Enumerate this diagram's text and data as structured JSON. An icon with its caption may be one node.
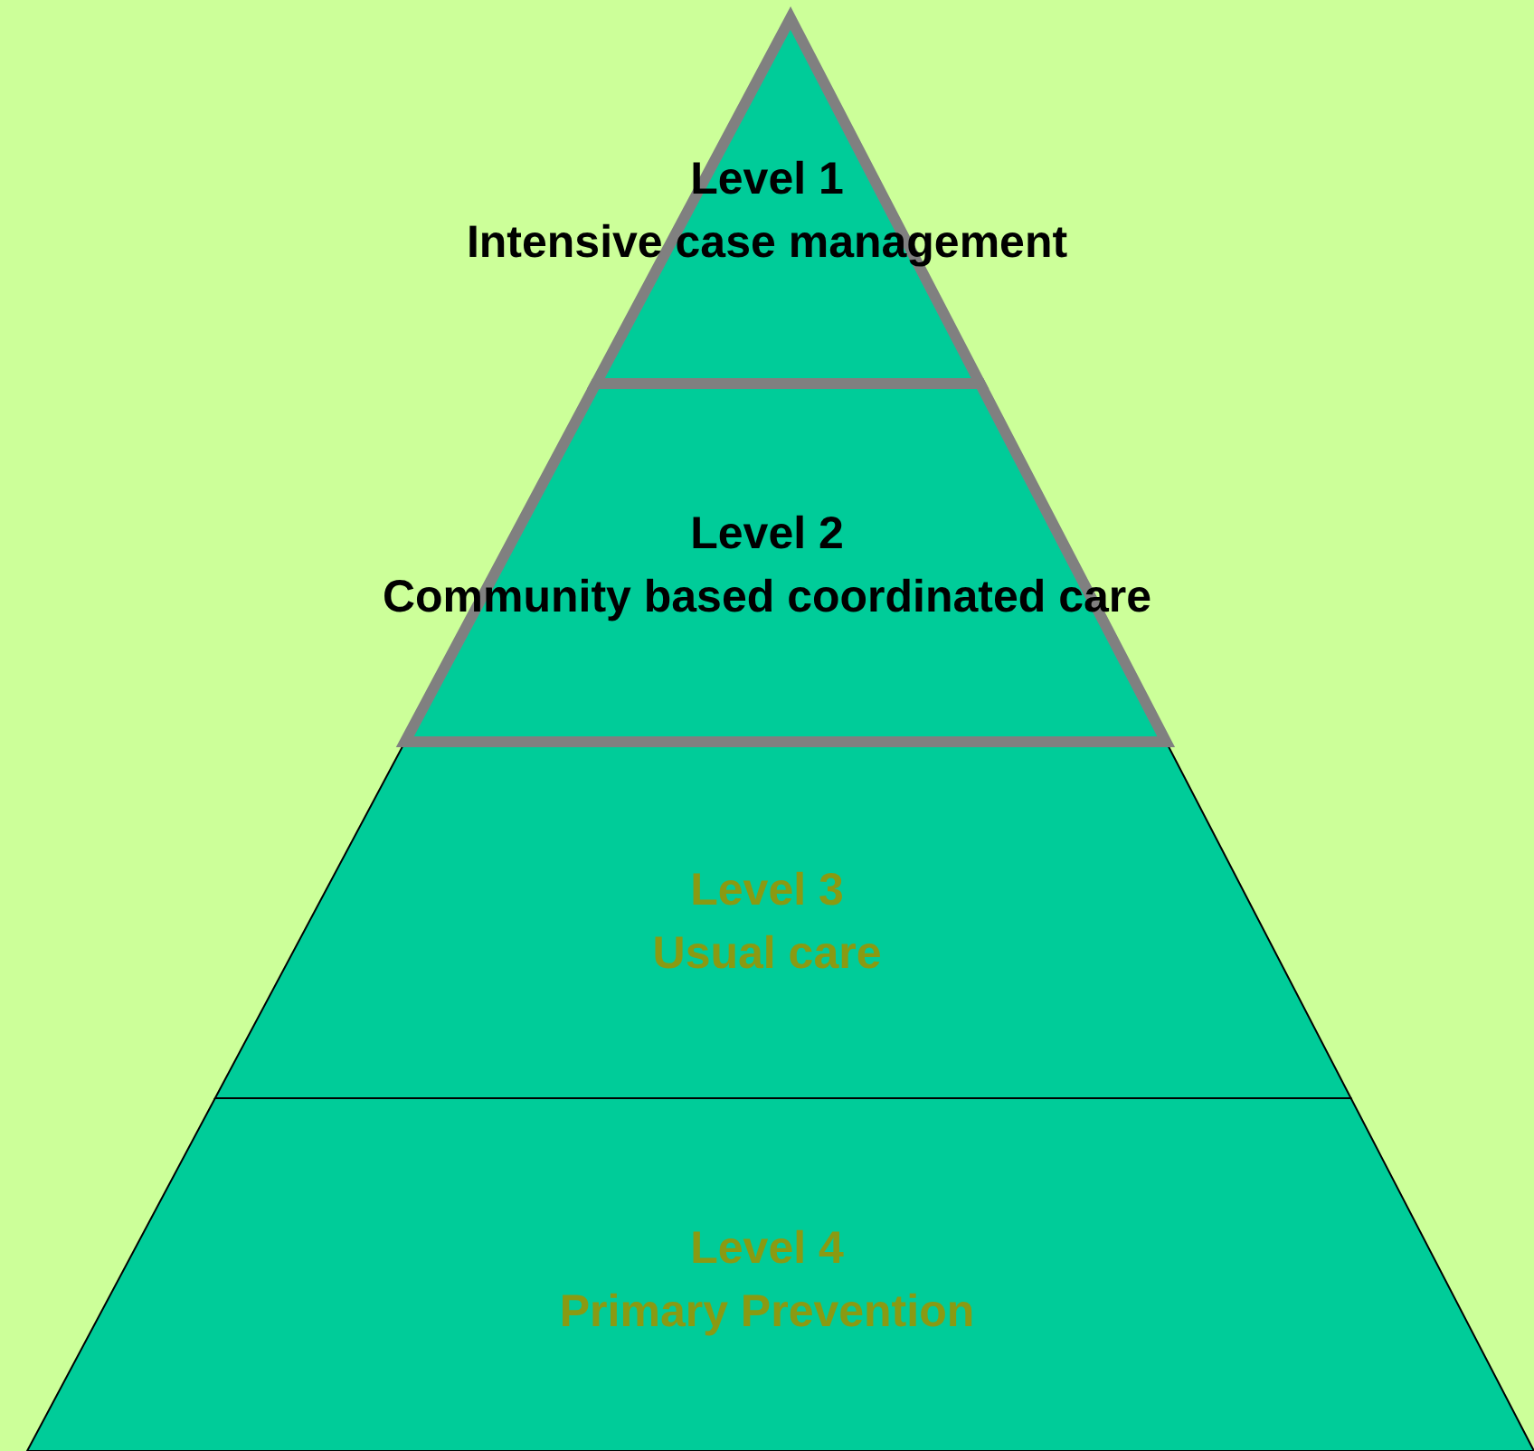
{
  "diagram": {
    "nodes": [
      {
        "text": [
          "Level 1",
          "Intensive case management"
        ]
      },
      {
        "text": [
          "Level 2",
          "Community based coordinated care"
        ]
      },
      {
        "text": [
          "Level 3",
          "Usual care"
        ]
      },
      {
        "text": [
          "Level 4",
          "Primary Prevention"
        ]
      }
    ]
  }
}
